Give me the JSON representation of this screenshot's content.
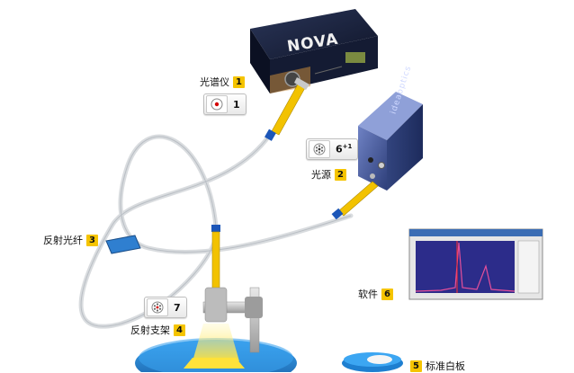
{
  "labels": {
    "spectrometer": {
      "text": "光谱仪",
      "num": "1"
    },
    "light_source": {
      "text": "光源",
      "num": "2"
    },
    "reflection_fiber": {
      "text": "反射光纤",
      "num": "3"
    },
    "reflection_holder": {
      "text": "反射支架",
      "num": "4"
    },
    "white_standard": {
      "text": "标准白板",
      "num": "5"
    },
    "software": {
      "text": "软件",
      "num": "6"
    }
  },
  "badges": {
    "spectrometer_port": {
      "value": "1",
      "icon": "single-core-fiber-icon"
    },
    "light_source_port": {
      "value": "6",
      "sup": "+1",
      "icon": "seven-core-fiber-icon"
    },
    "holder_port": {
      "value": "7",
      "icon": "seven-core-fiber-icon"
    }
  },
  "devices": {
    "spectrometer_brand": "NOVA",
    "light_source_brand": "ideaoptics"
  },
  "colors": {
    "label_number_bg": "#f5c400",
    "spectrometer_body": "#1f2a4a",
    "light_source_body": "#3d4f8c",
    "fiber_connector": "#f2c200",
    "holder_disk": "#2b8fd8"
  }
}
